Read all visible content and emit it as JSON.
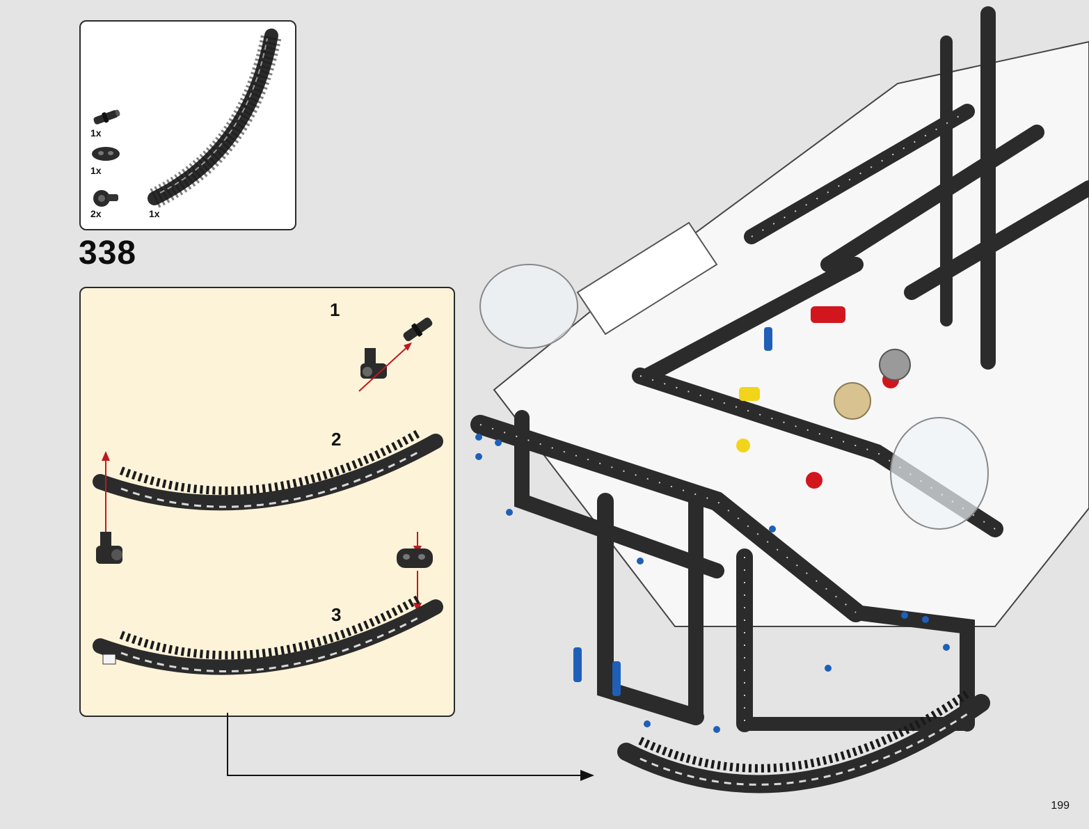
{
  "parts_list": {
    "items": [
      {
        "icon": "connector-pin-icon",
        "qty": "1x"
      },
      {
        "icon": "double-bush-icon",
        "qty": "1x"
      },
      {
        "icon": "axle-connector-icon",
        "qty": "2x"
      },
      {
        "icon": "curved-gear-rack-icon",
        "qty": "1x"
      }
    ]
  },
  "step": {
    "number": "338"
  },
  "substeps": [
    {
      "label": "1"
    },
    {
      "label": "2"
    },
    {
      "label": "3"
    }
  ],
  "colors": {
    "background": "#e4e4e4",
    "substep_panel": "#fdf3d9",
    "arrow_red": "#c0181f",
    "part_dark": "#2b2b2b",
    "accent_blue": "#1f5fb8"
  },
  "page": {
    "number": "199"
  }
}
